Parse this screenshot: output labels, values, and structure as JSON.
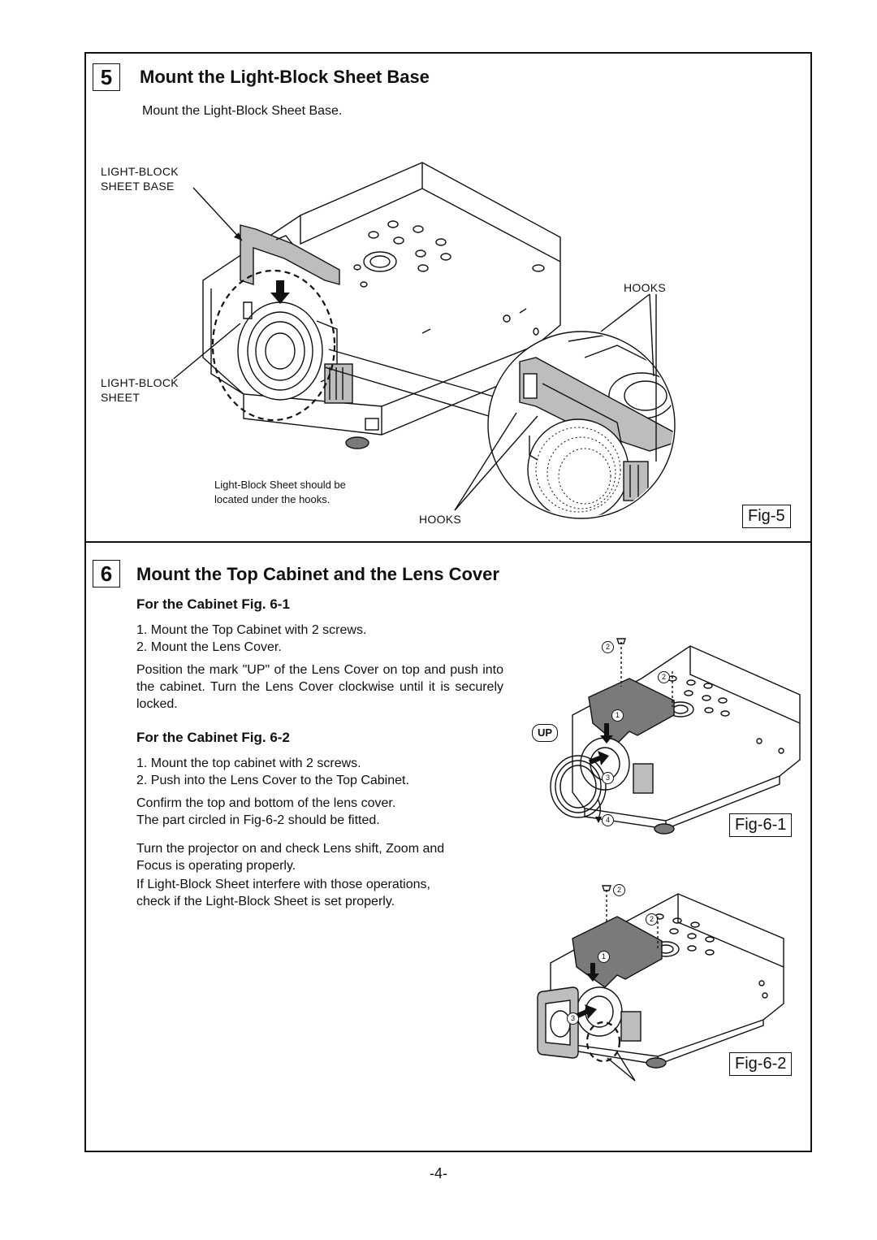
{
  "step5": {
    "number": "5",
    "title": "Mount the Light-Block Sheet Base",
    "instruction": "Mount the Light-Block Sheet Base.",
    "labels": {
      "sheet_base_line1": "LIGHT-BLOCK",
      "sheet_base_line2": "SHEET BASE",
      "sheet_line1": "LIGHT-BLOCK",
      "sheet_line2": "SHEET",
      "hooks_top": "HOOKS",
      "hooks_bottom": "HOOKS"
    },
    "note_line1": "Light-Block Sheet should be",
    "note_line2": "located under the hooks.",
    "fig_label": "Fig-5"
  },
  "step6": {
    "number": "6",
    "title": "Mount the Top Cabinet and the Lens Cover",
    "cabinet_fig1": {
      "heading": "For the Cabinet Fig. 6-1",
      "item1": "1. Mount the Top Cabinet with 2 screws.",
      "item2": "2. Mount the Lens Cover.",
      "paragraph": "Position the mark \"UP\" of the Lens Cover on top and push into the cabinet. Turn the Lens Cover clockwise until it is securely locked."
    },
    "cabinet_fig2": {
      "heading": "For the Cabinet Fig. 6-2",
      "item1": "1. Mount the top cabinet with 2 screws.",
      "item2": "2. Push into the Lens Cover to the Top Cabinet.",
      "confirm1": "Confirm the top and bottom of the lens cover.",
      "confirm2": "The part circled in Fig-6-2 should be fitted."
    },
    "final_line1": "Turn the projector on and check Lens shift, Zoom and",
    "final_line2": "Focus is operating properly.",
    "final_line3": "If Light-Block Sheet interfere with those operations,",
    "final_line4": "check if the Light-Block Sheet is set properly.",
    "fig1_label": "Fig-6-1",
    "fig2_label": "Fig-6-2",
    "up_mark": "UP",
    "callouts": {
      "n1": "1",
      "n2": "2",
      "n3": "3",
      "n4": "4"
    }
  },
  "page_number": "-4-"
}
